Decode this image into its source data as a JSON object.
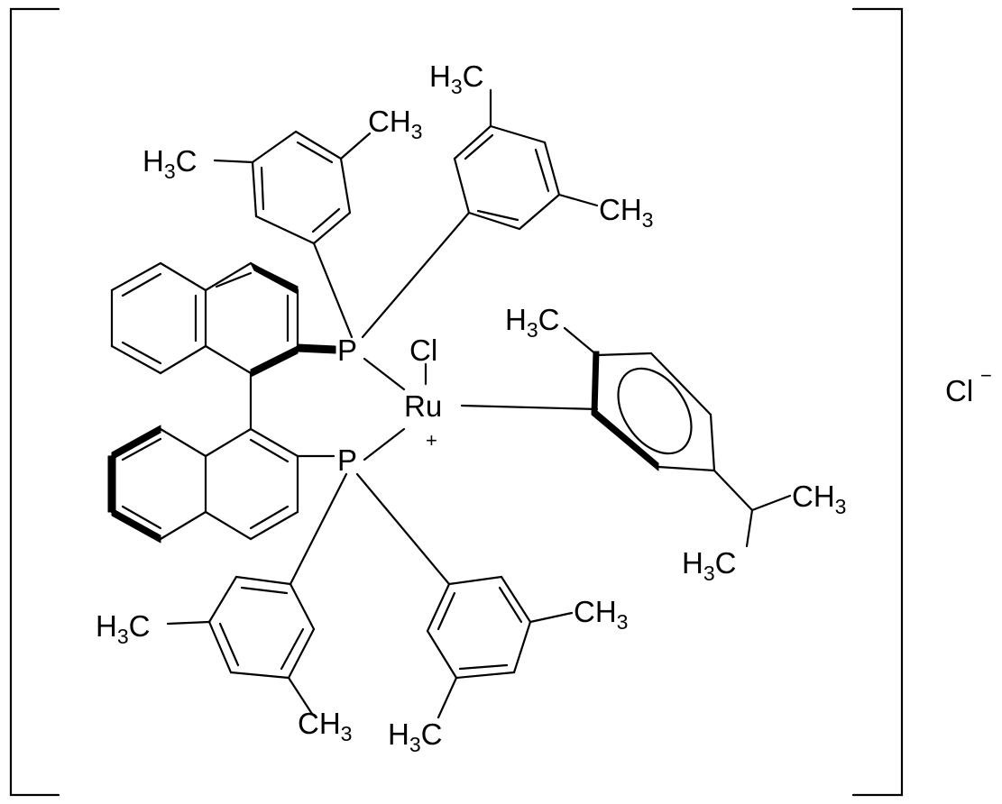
{
  "molecule": {
    "labels": {
      "h3c": "H",
      "h3c_sub": "3",
      "h3c_tail": "C",
      "ch3_head": "CH",
      "ch3_sub": "3",
      "phosphorus": "P",
      "chlorine": "Cl",
      "ruthenium": "Ru",
      "plus": "+"
    },
    "counterion": {
      "element": "Cl",
      "charge": "−"
    }
  }
}
